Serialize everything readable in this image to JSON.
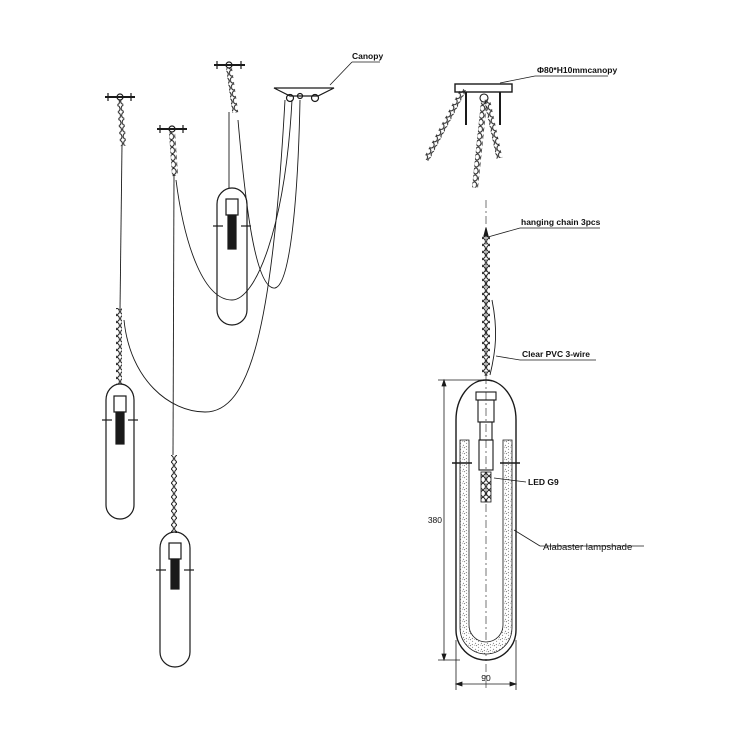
{
  "labels": {
    "canopy": "Canopy",
    "canopy_spec": "Φ80*H10mmcanopy",
    "hanging_chain": "hanging chain 3pcs",
    "wire": "Clear PVC 3-wire",
    "bulb": "LED G9",
    "shade": "Alabaster lampshade"
  },
  "dimensions": {
    "height": "380",
    "width": "90"
  },
  "colors": {
    "line": "#1a1a1a",
    "background": "#ffffff"
  }
}
